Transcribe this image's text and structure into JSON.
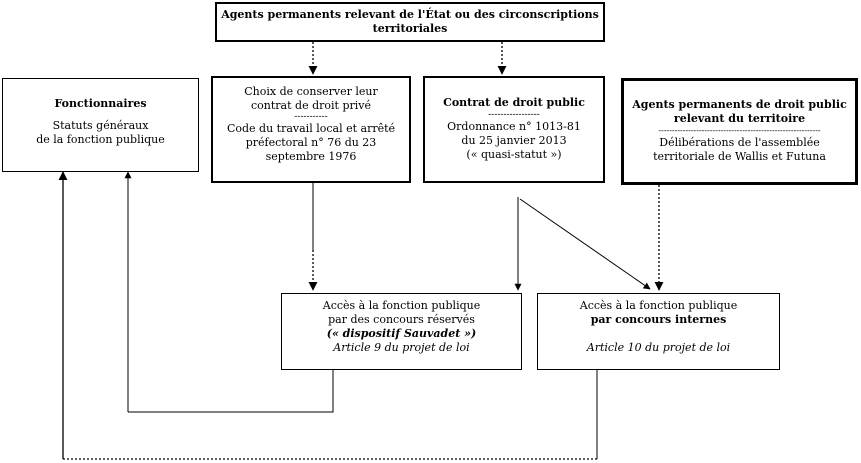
{
  "top_box": {
    "line1": "Agents permanents relevant de l'État ou des circonscriptions",
    "line2": "territoriales"
  },
  "fonctionnaires_box": {
    "title": "Fonctionnaires",
    "line1": "Statuts généraux",
    "line2": "de la fonction publique"
  },
  "prive_box": {
    "line1": "Choix de conserver leur",
    "line2": "contrat de droit privé",
    "separator": "-----------",
    "line3": "Code du travail local et arrêté",
    "line4": "préfectoral n° 76 du 23",
    "line5": "septembre 1976"
  },
  "public_box": {
    "title": "Contrat de droit public",
    "separator": "-----------------",
    "line1": "Ordonnance n° 1013-81",
    "line2": "du 25 janvier 2013",
    "line3": "(« quasi-statut »)"
  },
  "territoire_box": {
    "line1": "Agents permanents de droit public",
    "line2": "relevant du territoire",
    "separator": "------------------------------------------------------------",
    "line3": "Délibérations de l'assemblée",
    "line4": "territoriale de Wallis et Futuna"
  },
  "reserves_box": {
    "line1": "Accès à la fonction publique",
    "line2": "par des concours réservés",
    "line3": "(« dispositif Sauvadet »)",
    "line4": "Article 9 du projet de loi"
  },
  "internes_box": {
    "line1": "Accès à la fonction publique",
    "line2": "par concours internes",
    "line3": "Article 10 du projet de loi"
  }
}
